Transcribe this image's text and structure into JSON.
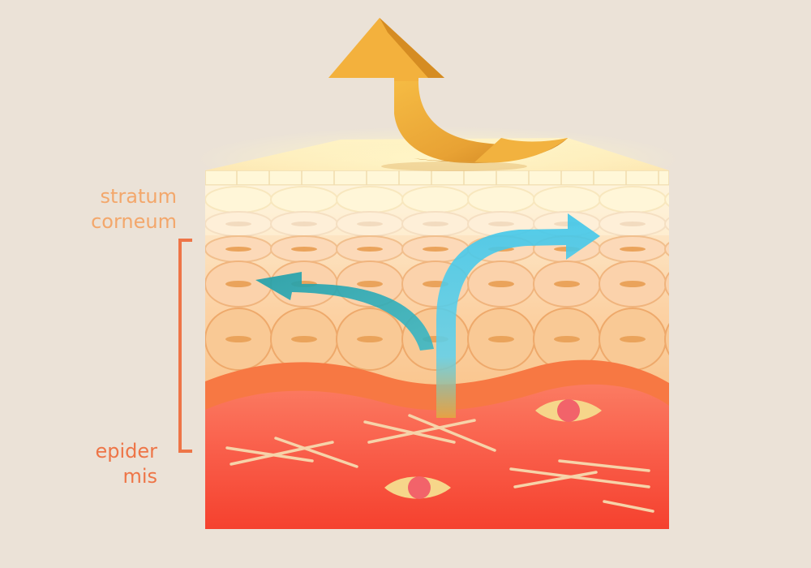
{
  "labels": {
    "stratum_corneum": {
      "line1": "stratum",
      "line2": "corneum"
    },
    "epidermis": {
      "line1": "epider",
      "line2": "mis"
    }
  },
  "colors": {
    "background": "#ebe2d7",
    "label_stratum": "#f3a76b",
    "label_epidermis": "#ee7547",
    "bracket": "#ee7547",
    "outgoing_arrow": "#e8a234",
    "inner_arrows": "#3cc4e6"
  },
  "icons": {
    "outgoing_arrow": "curved-up-arrow",
    "inner_arrows": "curved-branching-arrows"
  }
}
